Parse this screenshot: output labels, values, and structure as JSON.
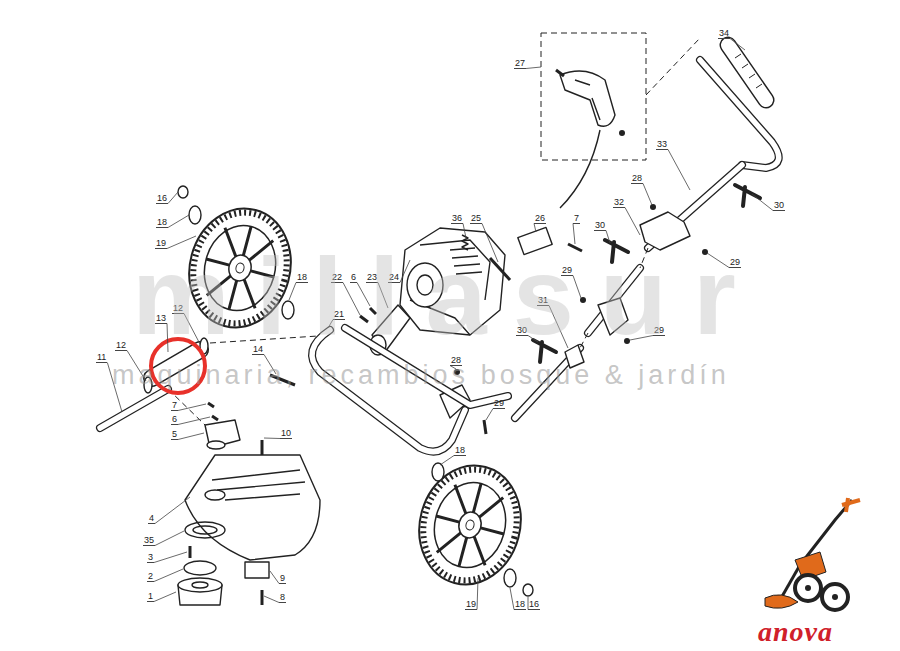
{
  "diagram": {
    "labels": [
      "34",
      "27",
      "33",
      "28",
      "32",
      "30",
      "30",
      "29",
      "36",
      "25",
      "26",
      "7",
      "29",
      "31",
      "29",
      "30",
      "28",
      "29",
      "16",
      "18",
      "19",
      "18",
      "22",
      "6",
      "23",
      "24",
      "21",
      "12",
      "13",
      "12",
      "11",
      "14",
      "7",
      "6",
      "5",
      "10",
      "18",
      "4",
      "35",
      "3",
      "2",
      "9",
      "1",
      "8",
      "19",
      "18",
      "16",
      "millasur",
      "maquinaria, recambios bosque & jardín",
      "anova"
    ]
  }
}
